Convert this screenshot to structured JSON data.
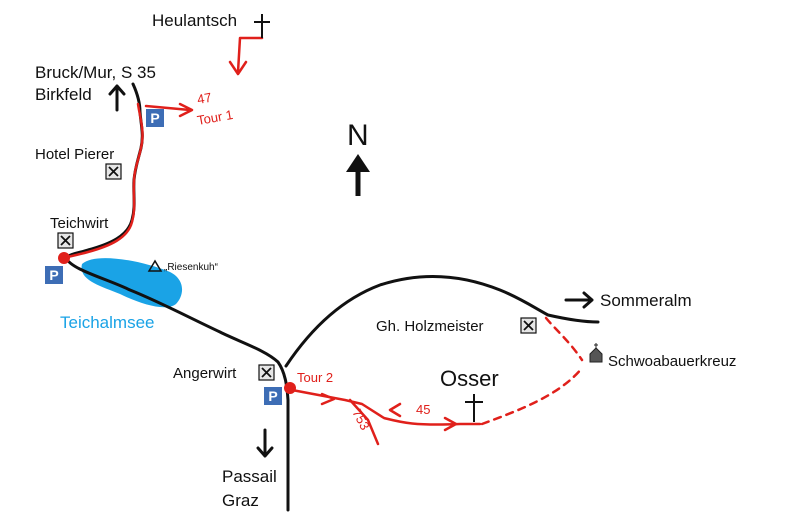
{
  "labels": {
    "heulantsch": "Heulantsch",
    "bruck": "Bruck/Mur, S 35",
    "birkfeld": "Birkfeld",
    "hotel_pierer": "Hotel Pierer",
    "teichwirt": "Teichwirt",
    "riesenkuh": "„Riesenkuh“",
    "teichalmsee": "Teichalmsee",
    "angerwirt": "Angerwirt",
    "tour1": "Tour 1",
    "tour2": "Tour 2",
    "trail_47": "47",
    "trail_753": "753",
    "trail_45": "45",
    "osser": "Osser",
    "holzmeister": "Gh. Holzmeister",
    "sommeralm": "Sommeralm",
    "schwoabauerkreuz": "Schwoabauerkreuz",
    "passail": "Passail",
    "graz": "Graz",
    "north": "N"
  },
  "symbols": {
    "parking": "P"
  },
  "colors": {
    "road": "#111111",
    "trail": "#e0201b",
    "lake": "#1aa3e6",
    "parking_bg": "#3d6db5",
    "restaurant_bg": "#e6e6e6"
  },
  "icons": [
    "cross-icon",
    "restaurant-icon",
    "parking-icon",
    "peak-triangle-icon",
    "chapel-icon",
    "arrow-icon"
  ]
}
